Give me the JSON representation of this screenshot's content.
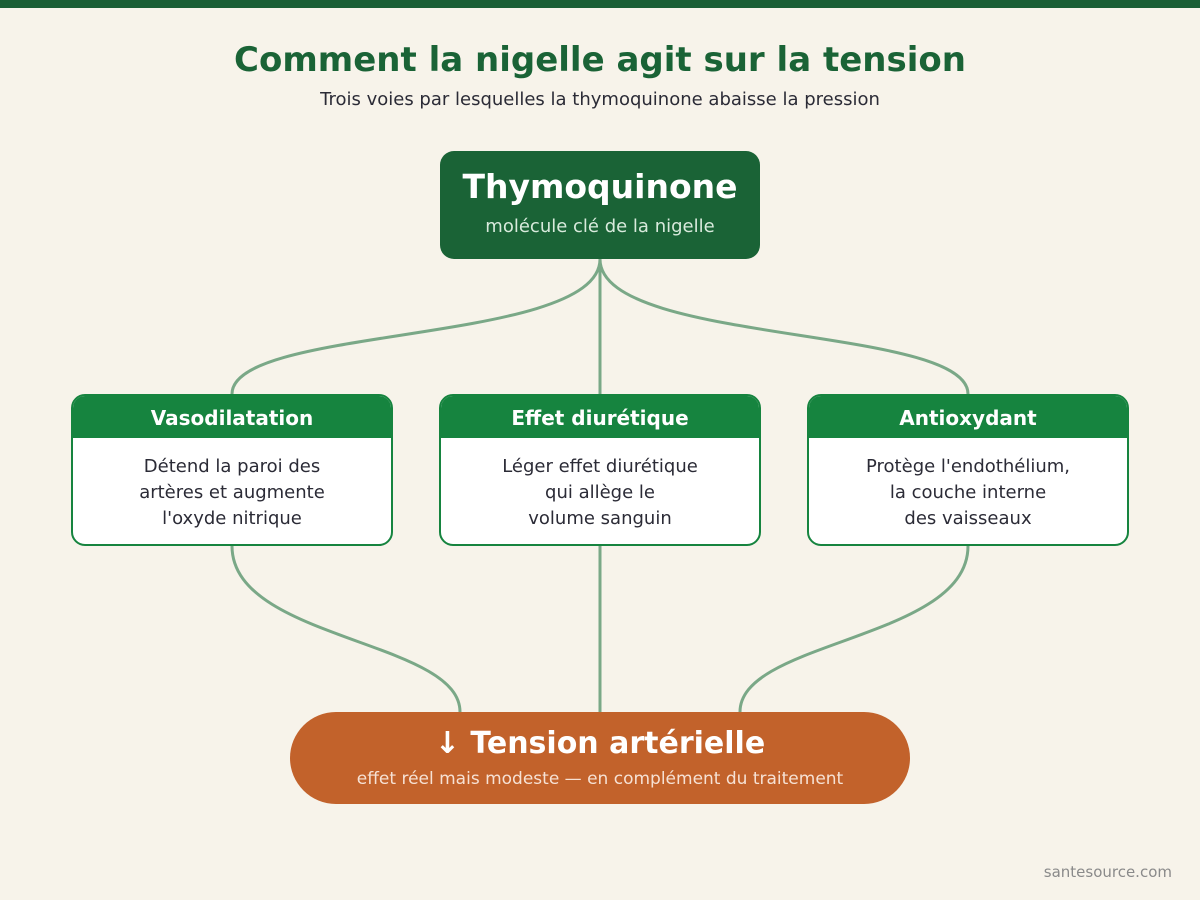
{
  "header": {
    "title": "Comment la nigelle agit sur la tension",
    "subtitle": "Trois voies par lesquelles la thymoquinone abaisse la pression"
  },
  "source_node": {
    "name": "Thymoquinone",
    "description": "molécule clé de la nigelle"
  },
  "pathways": [
    {
      "title": "Vasodilatation",
      "lines": [
        "Détend la paroi des",
        "artères et augmente",
        "l'oxyde nitrique"
      ]
    },
    {
      "title": "Effet diurétique",
      "lines": [
        "Léger effet diurétique",
        "qui allège le",
        "volume sanguin"
      ]
    },
    {
      "title": "Antioxydant",
      "lines": [
        "Protège l'endothélium,",
        "la couche interne",
        "des vaisseaux"
      ]
    }
  ],
  "result_node": {
    "name": "↓ Tension artérielle",
    "description": "effet réel mais modeste — en complément du traitement"
  },
  "footer": {
    "credit": "santesource.com"
  },
  "colors": {
    "background": "#f7f3ea",
    "dark_green": "#1a6336",
    "card_green": "#16843f",
    "connector": "#7aa887",
    "result_orange": "#c2622b"
  }
}
